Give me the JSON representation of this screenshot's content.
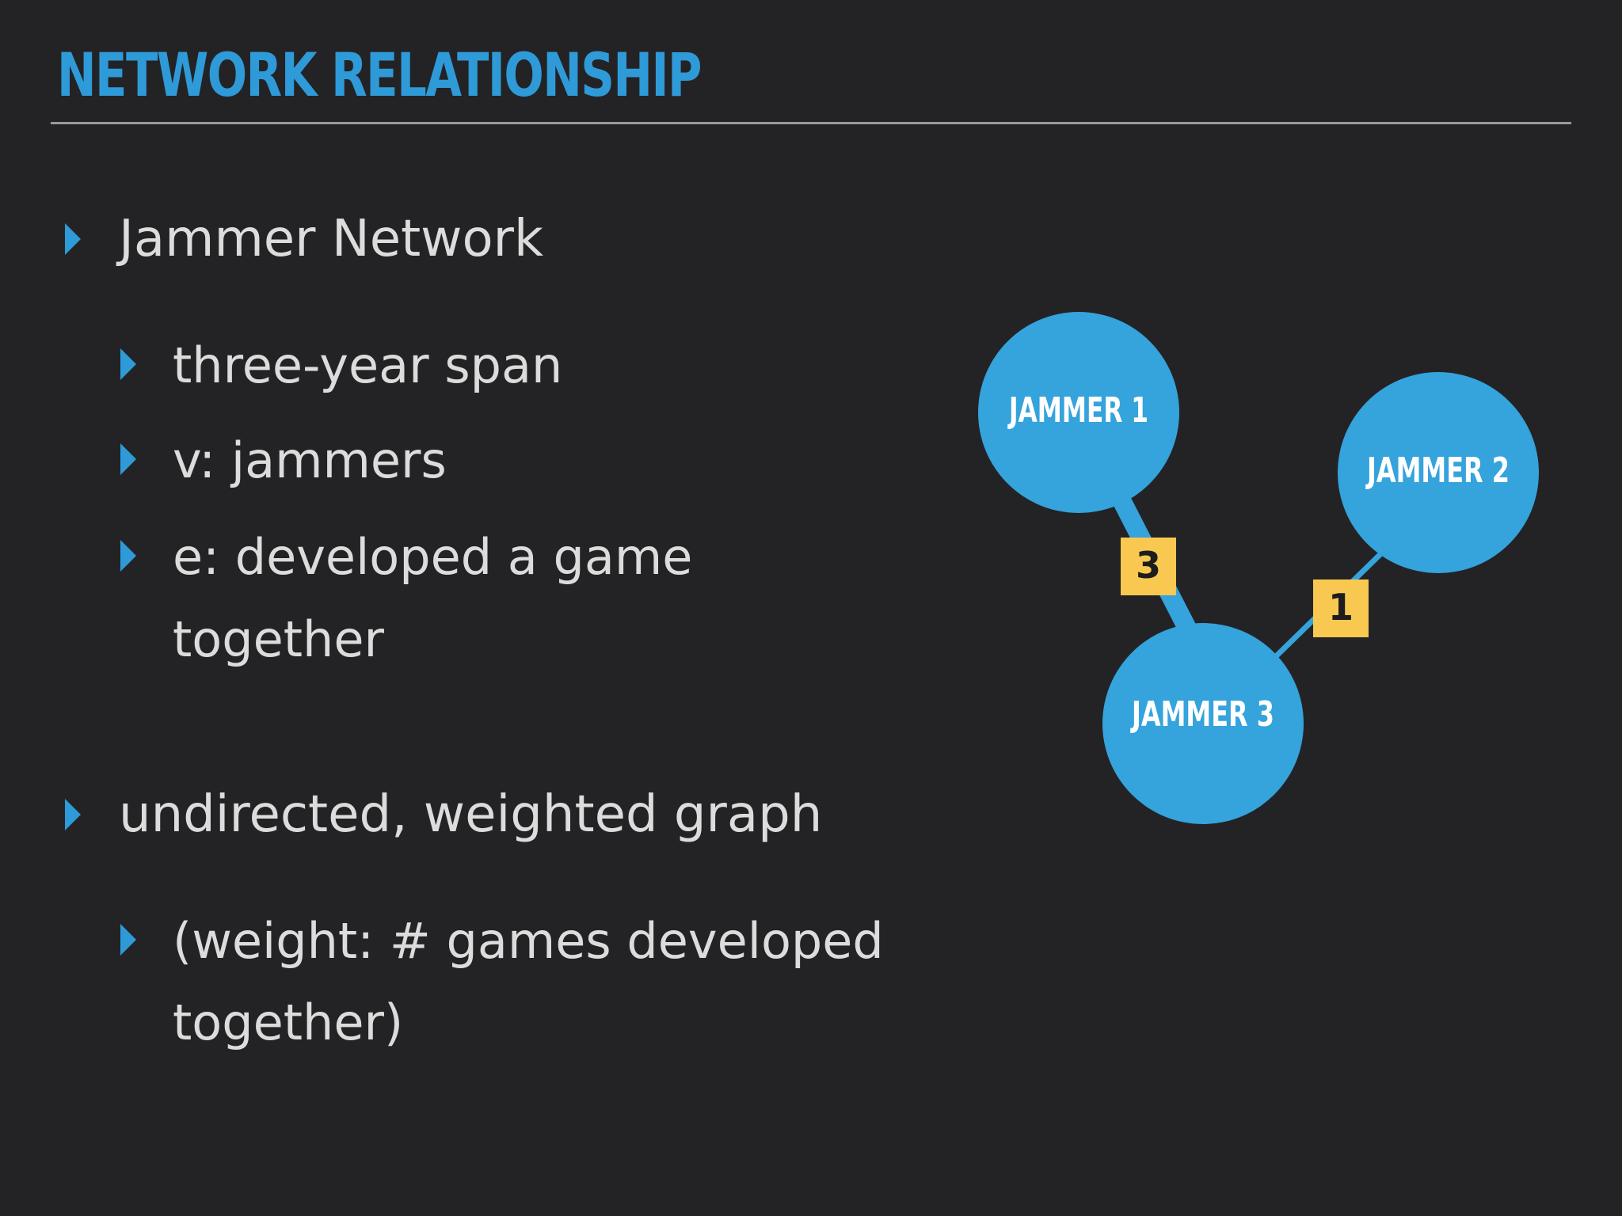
{
  "slide": {
    "title": "NETWORK RELATIONSHIP",
    "accent_color": "#2f9ad8",
    "background_color": "#232325",
    "text_color": "#dcdcdc"
  },
  "bullets": [
    {
      "level": 1,
      "text": "Jammer Network"
    },
    {
      "level": 2,
      "text": "three-year span"
    },
    {
      "level": 2,
      "text": "v: jammers"
    },
    {
      "level": 2,
      "lines": [
        "e: developed a game",
        "together"
      ]
    },
    {
      "level": 1,
      "text": "undirected, weighted graph"
    },
    {
      "level": 2,
      "lines": [
        "(weight: # games developed",
        "together)"
      ]
    }
  ],
  "graph": {
    "node_color": "#35a3dc",
    "weight_box_color": "#f8c850",
    "nodes": [
      {
        "id": "j1",
        "label": "JAMMER 1"
      },
      {
        "id": "j2",
        "label": "JAMMER 2"
      },
      {
        "id": "j3",
        "label": "JAMMER 3"
      }
    ],
    "edges": [
      {
        "from": "j1",
        "to": "j3",
        "weight": "3"
      },
      {
        "from": "j2",
        "to": "j3",
        "weight": "1"
      }
    ]
  }
}
